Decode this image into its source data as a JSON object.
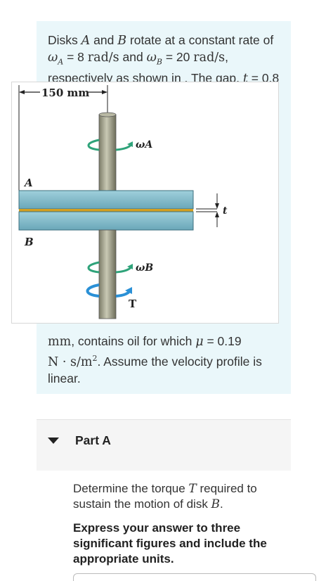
{
  "problem": {
    "p1_a": "Disks ",
    "disk_a": "A",
    "p1_b": " and ",
    "disk_b": "B",
    "p1_c": " rotate at a constant rate of",
    "omega_a_sym": "ω",
    "omega_a_sub": "A",
    "p1_eq1": " = 8 ",
    "unit_rad_s_1": "rad/s",
    "p1_and": " and ",
    "omega_b_sym": "ω",
    "omega_b_sub": "B",
    "p1_eq2": " = 20 ",
    "unit_rad_s_2": "rad/s",
    "p1_comma": ",",
    "p1_line3": "respectively as shown in . The gap, ",
    "gap_sym": "t",
    "p1_eq3": " = 0.8",
    "p2_mm": "mm",
    "p2_a": ", contains oil for which ",
    "mu_sym": "μ",
    "p2_eq": " = 0.19",
    "unit_visc": "N · s/m",
    "unit_visc_exp": "2",
    "p2_b": ". Assume the velocity profile is",
    "p2_c": "linear."
  },
  "figure": {
    "dim_label": "150 mm",
    "label_a": "A",
    "label_b": "B",
    "label_omega_a": "ωA",
    "label_omega_b": "ωB",
    "label_t": "t",
    "label_torque": "T"
  },
  "part": {
    "label": "Part A",
    "question_a": "Determine the torque ",
    "question_sym": "T",
    "question_b": " required to sustain the motion of disk ",
    "question_disk": "B",
    "question_c": ".",
    "instruction": "Express your answer to three significant figures and include the appropriate units."
  },
  "colors": {
    "card_bg": "#eaf7fa",
    "disk": "#7fb9c9",
    "oil": "#d4a020",
    "shaft": "#9a9a86",
    "arrow_green": "#2fa37a",
    "arrow_blue": "#2a90d6"
  }
}
